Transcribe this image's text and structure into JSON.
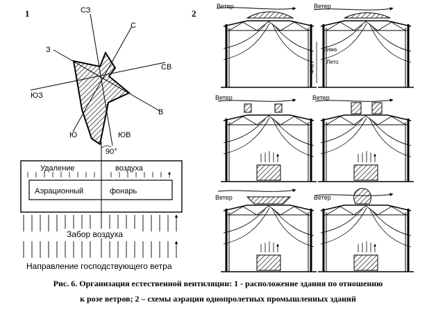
{
  "figure": {
    "part1_number": "1",
    "part2_number": "2",
    "wind_rose": {
      "directions": [
        "С",
        "СВ",
        "В",
        "ЮВ",
        "Ю",
        "ЮЗ",
        "З",
        "СЗ"
      ],
      "angle_label": "90°"
    },
    "building": {
      "removal_label": "Удаление",
      "air_label": "воздуха",
      "lantern_left": "Аэрационный",
      "lantern_right": "фонарь",
      "intake_label": "Забор воздуха",
      "wind_direction_label": "Направление господствующего ветра"
    },
    "aeration_schemes": {
      "wind_label": "Ветер",
      "winter_label": "Зима",
      "summer_label": "Лето",
      "height_label": "4–6"
    }
  },
  "caption": {
    "line1": "Рис. 6. Организация естественной вентиляции: 1 - расположение здания по отношению",
    "line2": "к розе ветров; 2 – схемы аэрации однопролетных промышленных зданий"
  }
}
